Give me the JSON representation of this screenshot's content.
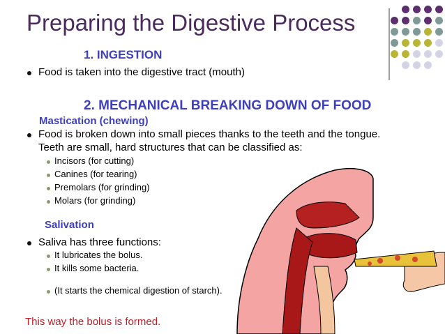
{
  "slide": {
    "title": "Preparing the Digestive Process",
    "section1": {
      "heading": "1. INGESTION",
      "bullet": "Food is taken into the digestive tract (mouth)"
    },
    "section2": {
      "heading": "2. MECHANICAL BREAKING DOWN OF FOOD",
      "mastication": {
        "heading": "Mastication (chewing)",
        "line1": "Food is broken down into small pieces thanks to the teeth and the tongue.",
        "line2": "Teeth are small, hard structures that can be classified as:",
        "items": [
          "Incisors (for cutting)",
          "Canines (for tearing)",
          "Premolars (for grinding)",
          "Molars (for grinding)"
        ]
      },
      "salivation": {
        "heading": "Salivation",
        "bullet": "Saliva has three functions:",
        "items": [
          "It lubricates the bolus.",
          "It kills some bacteria.",
          "(It starts the chemical digestion of starch)."
        ]
      }
    },
    "footer": "This way the bolus is formed."
  },
  "colors": {
    "title": "#4b2a5e",
    "heading": "#3d3fbd",
    "footer": "#c0202a",
    "dot_purple": "#5e2f6e",
    "dot_teal": "#7f9a96",
    "dot_olive": "#b8b538",
    "dot_lavender": "#d4d4e6"
  },
  "icons": [
    "bullet-icon",
    "decorative-dot-grid-icon",
    "head-eating-illustration-icon"
  ]
}
